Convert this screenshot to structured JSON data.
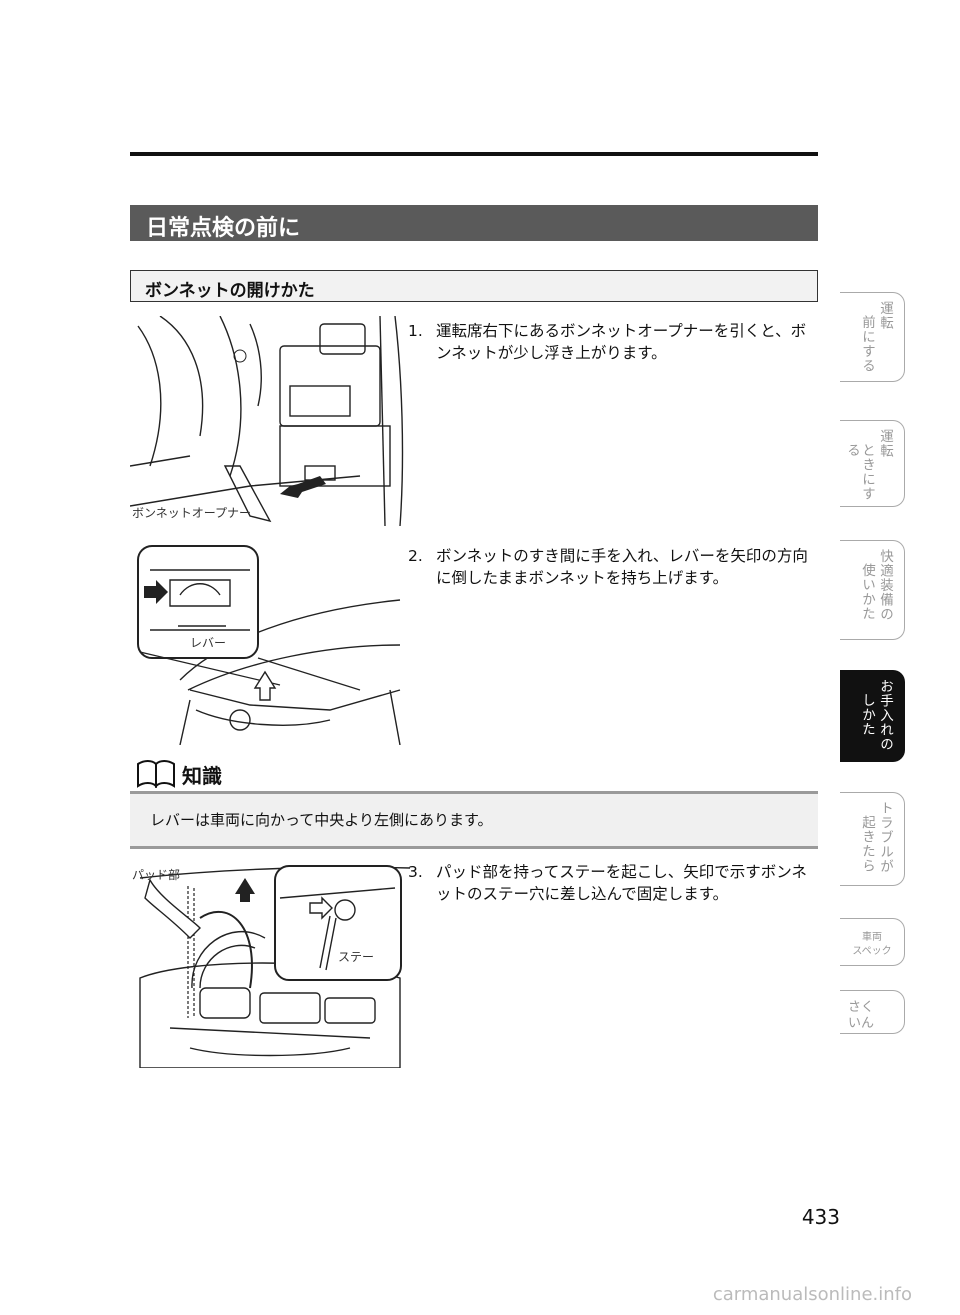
{
  "section_title": "日常点検の前に",
  "subsection_title": "ボンネットの開けかた",
  "steps": [
    {
      "num": "1.",
      "text": "運転席右下にあるボンネットオープナーを引くと、ボンネットが少し浮き上がります。"
    },
    {
      "num": "2.",
      "text": "ボンネットのすき間に手を入れ、レバーを矢印の方向に倒したままボンネットを持ち上げます。"
    },
    {
      "num": "3.",
      "text": "パッド部を持ってステーを起こし、矢印で示すボンネットのステー穴に差し込んで固定します。"
    }
  ],
  "figure_labels": {
    "opener": "ボンネットオープナー",
    "lever": "レバー",
    "pad": "パッド部",
    "stay": "ステー"
  },
  "note": {
    "title": "知識",
    "icon": "book-icon",
    "text": "レバーは車両に向かって中央より左側にあります。"
  },
  "side_tabs": [
    {
      "col1": "運転",
      "col2": "前にする",
      "active": false
    },
    {
      "col1": "運転",
      "col2": "ときにする",
      "active": false
    },
    {
      "col1": "快適装備の",
      "col2": "使いかた",
      "active": false
    },
    {
      "col1": "お手入れの",
      "col2": "しかた",
      "active": true
    },
    {
      "col1": "トラブルが",
      "col2": "起きたら",
      "active": false
    },
    {
      "line1": "車両",
      "line2": "スペック"
    },
    {
      "line1": "さく",
      "line2": "いん"
    }
  ],
  "page_number": "433",
  "footer": "carmanualsonline.info"
}
